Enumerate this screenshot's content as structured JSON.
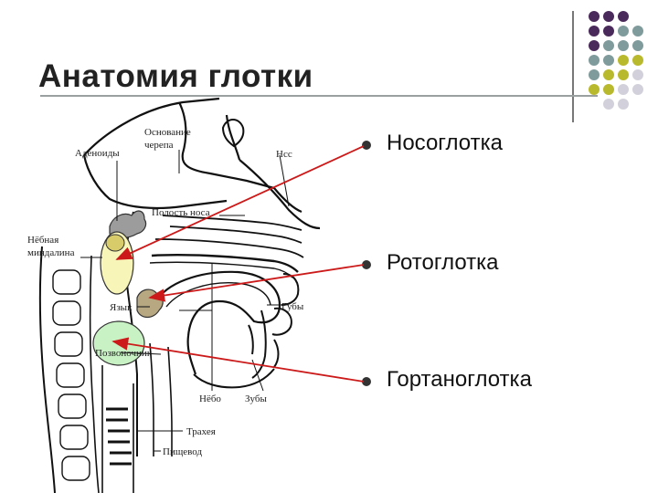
{
  "slide": {
    "title": "Анатомия глотки"
  },
  "colors": {
    "purple": "#4a2a5a",
    "teal": "#7f9b9b",
    "olive": "#b9b92e",
    "lavender": "#d2d0da",
    "arrow": "#cc1a1a",
    "tonsil_fill": "#f7f5b8",
    "tongue_root_fill": "#c9f2c4",
    "adenoid_fill": "#9c9c9c"
  },
  "bullets": [
    {
      "label": "Носоглотка"
    },
    {
      "label": "Ротоглотка"
    },
    {
      "label": "Гортаноглотка"
    }
  ],
  "diagram": {
    "labels": {
      "adenoids": "Аденоиды",
      "skull_base_1": "Основание",
      "skull_base_2": "черепа",
      "nasal_concha": "Нсс",
      "nasal_cavity": "Полость носа",
      "tonsil_1": "Нёбная",
      "tonsil_2": "миндалина",
      "tongue": "Язык",
      "lips": "Губы",
      "spine": "Позвоночник",
      "palate": "Нёбо",
      "teeth": "Зубы",
      "trachea": "Трахея",
      "esophagus": "Пищевод"
    }
  }
}
